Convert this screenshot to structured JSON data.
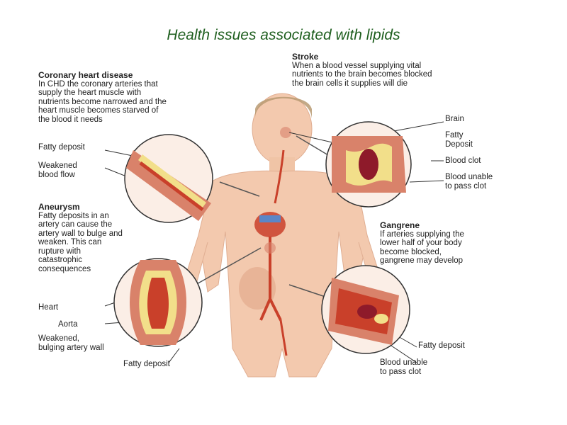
{
  "title": "Health issues associated with lipids",
  "sections": {
    "chd": {
      "heading": "Coronary heart disease",
      "body": "In CHD the coronary arteries that\nsupply the heart muscle with\nnutrients become narrowed and the\nheart muscle becomes starved of\nthe blood it needs"
    },
    "stroke": {
      "heading": "Stroke",
      "body": "When a blood vessel supplying vital\nnutrients to the brain becomes blocked\nthe brain cells it supplies will die"
    },
    "aneurysm": {
      "heading": "Aneurysm",
      "body": "Fatty deposits in an\nartery can cause the\nartery wall to bulge and\nweaken. This can\nrupture with\ncatastrophic\nconsequences"
    },
    "gangrene": {
      "heading": "Gangrene",
      "body": "If arteries supplying the\nlower half of your body\nbecome blocked,\ngangrene may develop"
    }
  },
  "callouts": {
    "chd_fatty_deposit": "Fatty deposit",
    "chd_weakened_flow": "Weakened\nblood flow",
    "brain": "Brain",
    "stroke_fatty_deposit": "Fatty\nDeposit",
    "blood_clot": "Blood clot",
    "stroke_blood_unable": "Blood unable\nto pass clot",
    "heart": "Heart",
    "aorta": "Aorta",
    "bulging_wall": "Weakened,\nbulging artery wall",
    "aneurysm_fatty_deposit": "Fatty deposit",
    "gangrene_fatty_deposit": "Fatty deposit",
    "gangrene_blood_unable": "Blood unable\nto pass clot"
  },
  "colors": {
    "title": "#1f5f1f",
    "skin": "#f3c9ae",
    "artery": "#c9402a",
    "vessel_wall": "#d9826a",
    "fat": "#f2df8a",
    "clot": "#8e1a2a"
  }
}
